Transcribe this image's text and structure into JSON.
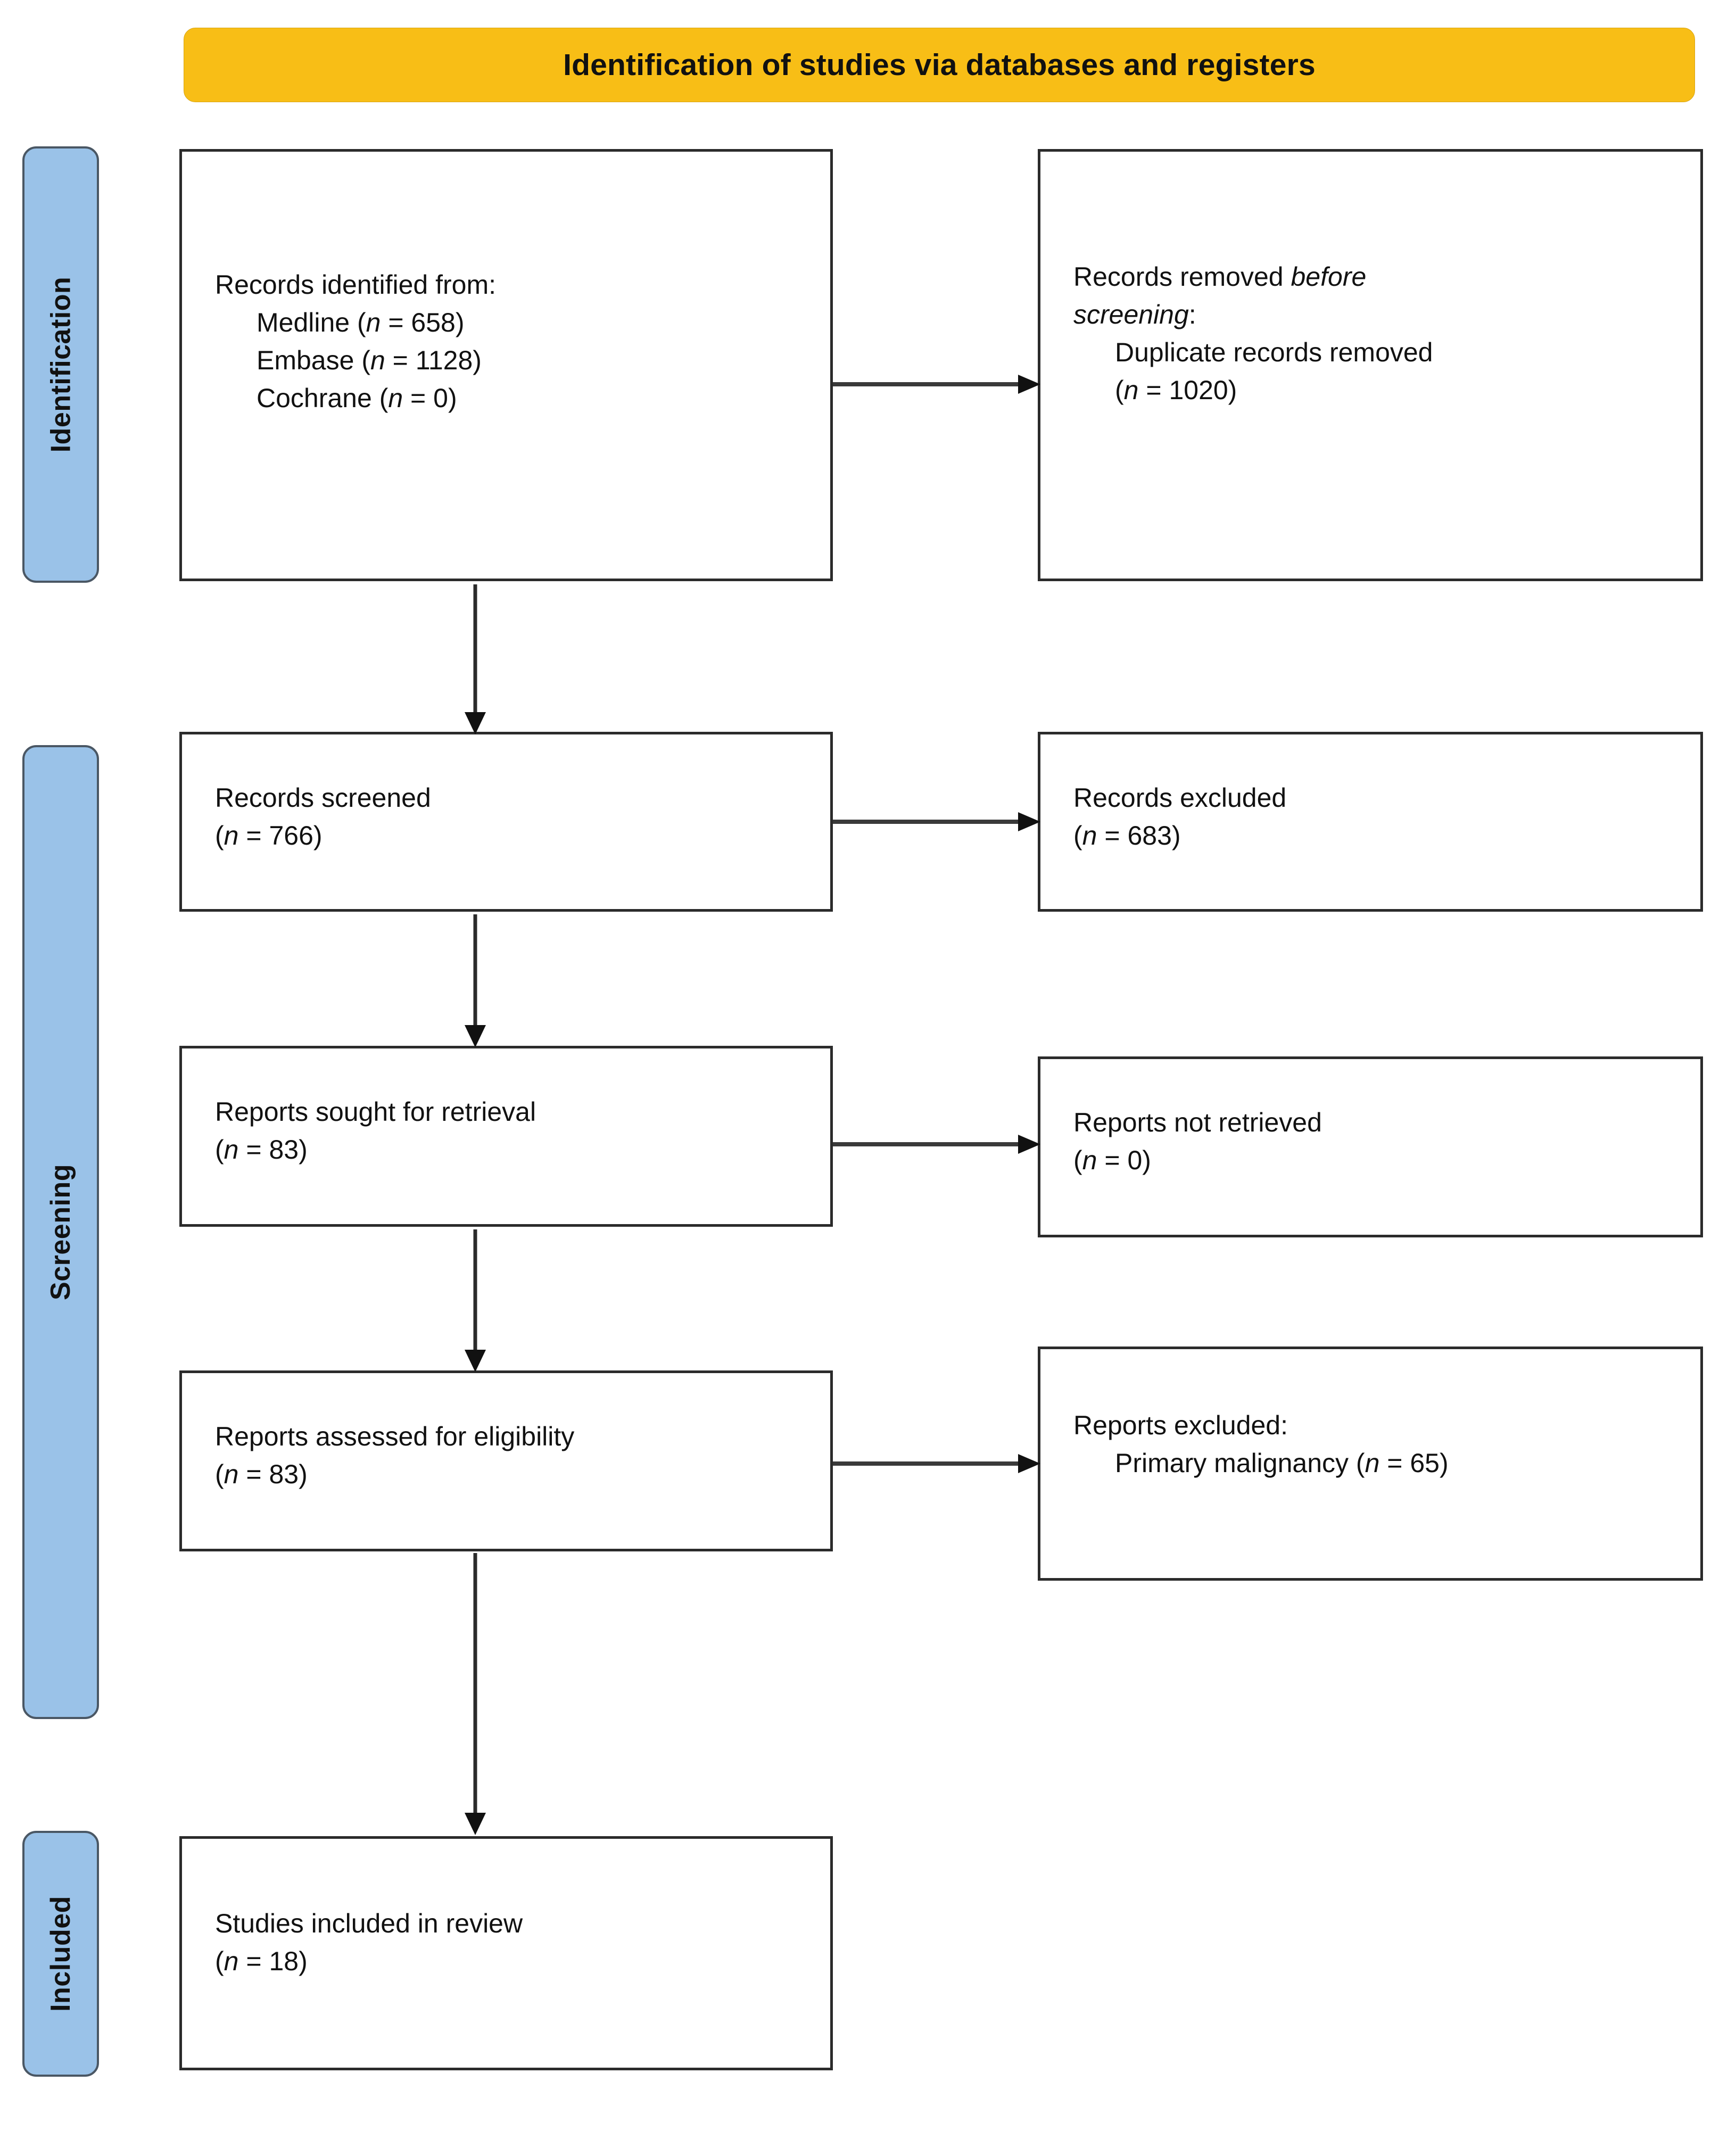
{
  "header": {
    "title": "Identification of studies via databases and registers",
    "color": "#F8BE16"
  },
  "phases": {
    "accent_color": "#9AC2E8",
    "items": [
      {
        "id": "identification",
        "label": "Identification"
      },
      {
        "id": "screening",
        "label": "Screening"
      },
      {
        "id": "included",
        "label": "Included"
      }
    ]
  },
  "boxes": {
    "identified": {
      "line1": "Records identified from:",
      "line2": "Medline (",
      "line2_n": "n",
      "line2_val": " = 658)",
      "line3": "Embase (",
      "line3_n": "n",
      "line3_val": " = 1128)",
      "line4": "Cochrane (",
      "line4_n": "n",
      "line4_val": " = 0)"
    },
    "removed": {
      "line1a": "Records removed ",
      "line1b": "before",
      "line2a": "screening",
      "line2b": ":",
      "line3": "Duplicate records removed",
      "line4a": "(",
      "line4_n": "n",
      "line4b": " = 1020)"
    },
    "screened": {
      "line1": "Records screened",
      "line2a": "(",
      "line2_n": "n",
      "line2b": " = 766)"
    },
    "excluded1": {
      "line1": "Records excluded",
      "line2a": "(",
      "line2_n": "n",
      "line2b": " = 683)"
    },
    "sought": {
      "line1": "Reports sought for retrieval",
      "line2a": "(",
      "line2_n": "n",
      "line2b": " = 83)"
    },
    "notretrieved": {
      "line1": "Reports not retrieved",
      "line2a": "(",
      "line2_n": "n",
      "line2b": " = 0)"
    },
    "assessed": {
      "line1": "Reports assessed for eligibility",
      "line2a": "(",
      "line2_n": "n",
      "line2b": " = 83)"
    },
    "excluded2": {
      "line1": "Reports excluded:",
      "line2a": "Primary malignancy (",
      "line2_n": "n",
      "line2b": " = 65)"
    },
    "included": {
      "line1": "Studies included in review",
      "line2a": "(",
      "line2_n": "n",
      "line2b": " = 18)"
    }
  },
  "chart_data": {
    "type": "diagram",
    "title": "Identification of studies via databases and registers",
    "diagram_kind": "PRISMA 2020 flow diagram",
    "phases": [
      "Identification",
      "Screening",
      "Included"
    ],
    "nodes": [
      {
        "id": "identified",
        "phase": "Identification",
        "label": "Records identified from: Medline (n = 658), Embase (n = 1128), Cochrane (n = 0)",
        "values": {
          "Medline": 658,
          "Embase": 1128,
          "Cochrane": 0
        }
      },
      {
        "id": "removed",
        "phase": "Identification",
        "label": "Records removed before screening: Duplicate records removed (n = 1020)",
        "values": {
          "Duplicate records removed": 1020
        }
      },
      {
        "id": "screened",
        "phase": "Screening",
        "label": "Records screened (n = 766)",
        "values": {
          "n": 766
        }
      },
      {
        "id": "excluded1",
        "phase": "Screening",
        "label": "Records excluded (n = 683)",
        "values": {
          "n": 683
        }
      },
      {
        "id": "sought",
        "phase": "Screening",
        "label": "Reports sought for retrieval (n = 83)",
        "values": {
          "n": 83
        }
      },
      {
        "id": "notretrieved",
        "phase": "Screening",
        "label": "Reports not retrieved (n = 0)",
        "values": {
          "n": 0
        }
      },
      {
        "id": "assessed",
        "phase": "Screening",
        "label": "Reports assessed for eligibility (n = 83)",
        "values": {
          "n": 83
        }
      },
      {
        "id": "excluded2",
        "phase": "Screening",
        "label": "Reports excluded: Primary malignancy (n = 65)",
        "values": {
          "Primary malignancy": 65
        }
      },
      {
        "id": "included",
        "phase": "Included",
        "label": "Studies included in review (n = 18)",
        "values": {
          "n": 18
        }
      }
    ],
    "edges": [
      {
        "from": "identified",
        "to": "removed",
        "direction": "right"
      },
      {
        "from": "identified",
        "to": "screened",
        "direction": "down"
      },
      {
        "from": "screened",
        "to": "excluded1",
        "direction": "right"
      },
      {
        "from": "screened",
        "to": "sought",
        "direction": "down"
      },
      {
        "from": "sought",
        "to": "notretrieved",
        "direction": "right"
      },
      {
        "from": "sought",
        "to": "assessed",
        "direction": "down"
      },
      {
        "from": "assessed",
        "to": "excluded2",
        "direction": "right"
      },
      {
        "from": "assessed",
        "to": "included",
        "direction": "down"
      }
    ]
  }
}
